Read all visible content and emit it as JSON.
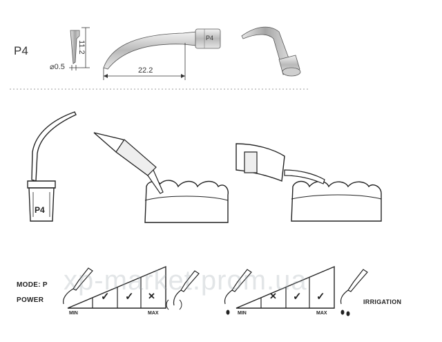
{
  "model_label": "P4",
  "dimensions": {
    "diameter": "⌀0.5",
    "height": "11.2",
    "length": "22.2",
    "engraving": "P4"
  },
  "illustration_tip_label": "P4",
  "power_scale": {
    "mode_label": "MODE: P",
    "power_label": "POWER",
    "min_label": "MIN",
    "max_label": "MAX",
    "marks": [
      "✓",
      "✓",
      "✕"
    ]
  },
  "irrigation_scale": {
    "min_label": "MIN",
    "max_label": "MAX",
    "marks": [
      "✕",
      "✓",
      "✓"
    ],
    "irrigation_label": "IRRIGATION"
  },
  "watermark": "xp-market.prom.ua"
}
